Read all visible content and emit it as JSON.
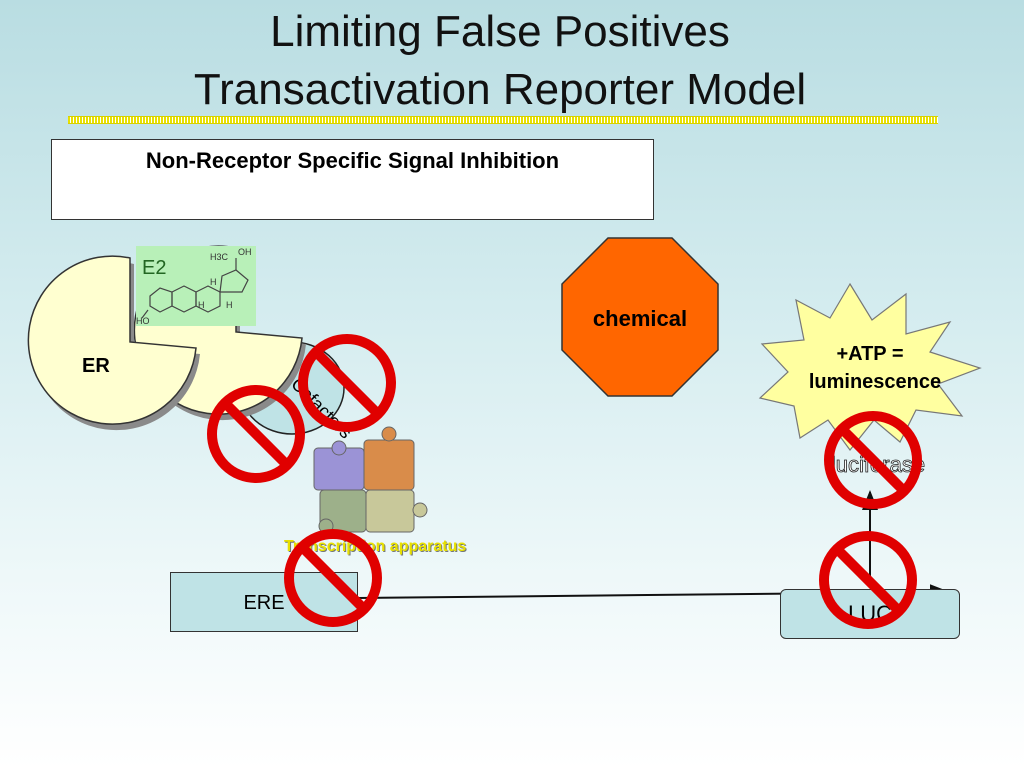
{
  "slide": {
    "title_line1": "Limiting False Positives",
    "title_line2": "Transactivation Reporter Model",
    "note": "Non-Receptor Specific Signal Inhibition"
  },
  "diagram": {
    "e2_label": "E2",
    "er_label": "ER",
    "cofactor_label": "Cofactors",
    "chemical_label": "chemical",
    "atp_line1": "+ATP =",
    "atp_line2": "luminescence",
    "luciferase_label": "luciferase",
    "transcription_label": "Transcription apparatus",
    "ere_label": "ERE",
    "luc_label": "LUC",
    "molecule": {
      "oh_top": "OH",
      "h3c": "H3C",
      "h_a": "H",
      "h_b": "H",
      "h_c": "H",
      "ho": "HO"
    }
  },
  "colors": {
    "prohibit_red": "#e00000",
    "chemical_fill": "#ff6600",
    "starburst_fill": "#ffffa0",
    "pie_fill": "#ffffd0",
    "box_fill": "#bfe3e6",
    "molecule_bg": "#b8f0b8"
  },
  "icons": [
    "prohibition-icon",
    "stop-sign-icon",
    "starburst-icon",
    "puzzle-icon"
  ]
}
